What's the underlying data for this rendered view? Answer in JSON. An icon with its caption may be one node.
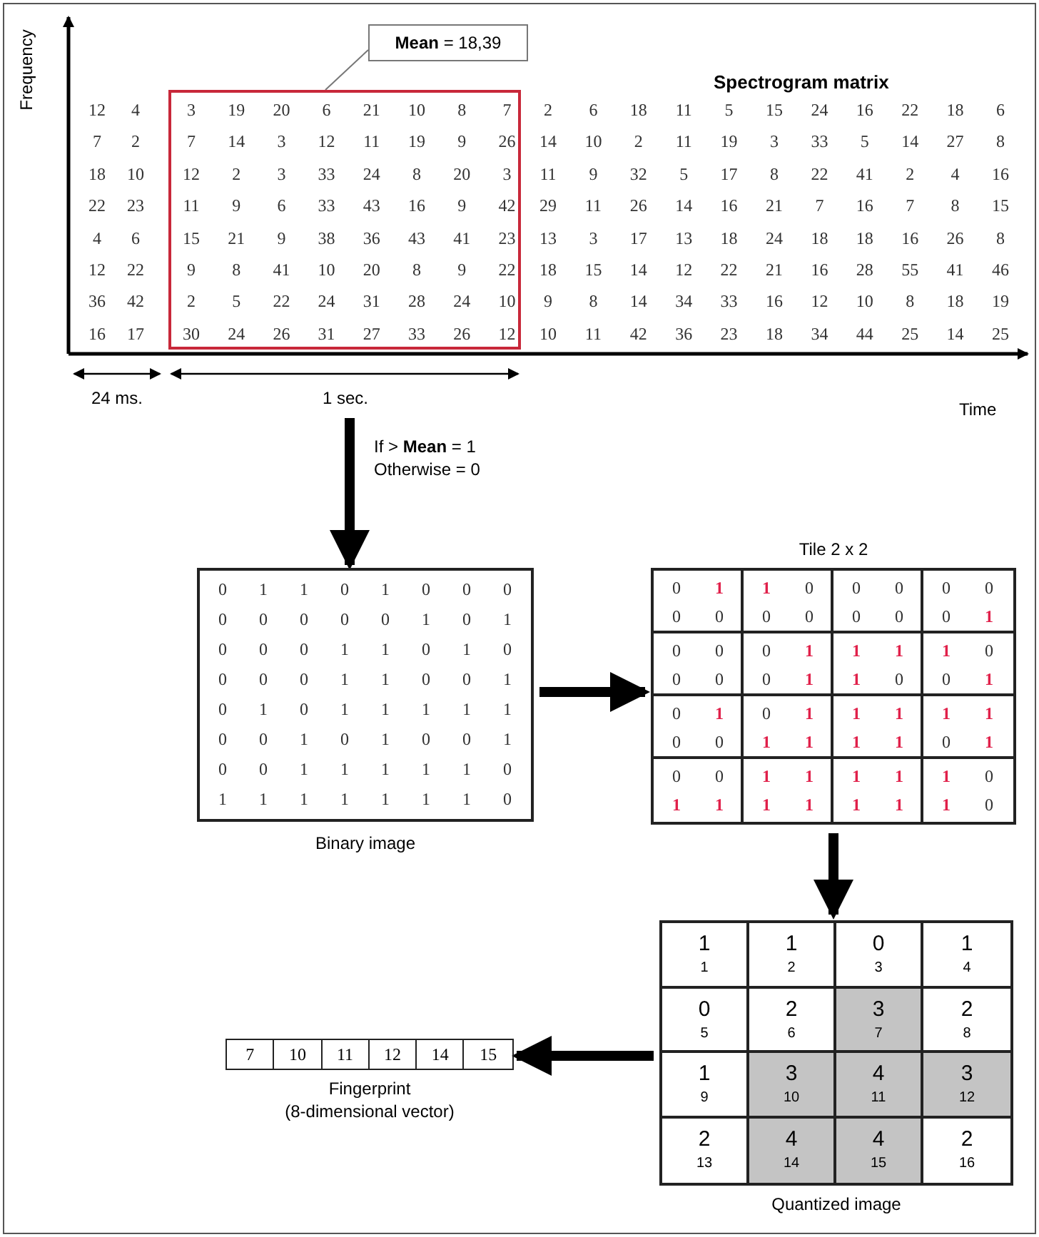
{
  "diagram": {
    "nodes": [
      {
        "text": [
          "**Mean** = 18,39"
        ]
      },
      {
        "text": [],
        "shape": "box"
      },
      {
        "text": [
          "Binary image"
        ]
      },
      {
        "text": [
          "Tile 2 x 2"
        ]
      },
      {
        "text": [
          "Quantized image"
        ]
      },
      {
        "text": [
          "Fingerprint",
          "(8-dimensional vector)"
        ]
      }
    ],
    "edges": [
      {
        "from": 0,
        "to": 1,
        "arrow": "none",
        "color": "#777777"
      },
      {
        "from": 1,
        "to": 2,
        "arrow": "to",
        "label": "If > **Mean** = 1 Otherwise = 0"
      },
      {
        "from": 2,
        "to": 3,
        "arrow": "to"
      },
      {
        "from": 3,
        "to": 4,
        "arrow": "to"
      },
      {
        "from": 4,
        "to": 5,
        "arrow": "to"
      }
    ],
    "labels": [
      "Spectrogram matrix",
      "Frequency",
      "12",
      "4",
      "3",
      "19",
      "20",
      "6",
      "21",
      "10",
      "8",
      "7",
      "2",
      "6",
      "18",
      "11",
      "5",
      "15",
      "24",
      "16",
      "22",
      "18",
      "6",
      "7",
      "2",
      "7",
      "14",
      "3",
      "12",
      "11",
      "19",
      "9",
      "26",
      "14",
      "10",
      "2",
      "11",
      "19",
      "3",
      "33",
      "5",
      "14",
      "27",
      "8",
      "18",
      "10",
      "12",
      "2",
      "3",
      "33",
      "24",
      "8",
      "20",
      "3",
      "11",
      "9",
      "32",
      "5",
      "17",
      "8",
      "22",
      "41",
      "2",
      "4",
      "16",
      "22",
      "23",
      "11",
      "9",
      "6",
      "33",
      "43",
      "16",
      "9",
      "42",
      "29",
      "11",
      "26",
      "14",
      "16",
      "21",
      "7",
      "16",
      "7",
      "8",
      "15",
      "4",
      "6",
      "15",
      "21",
      "9",
      "38",
      "36",
      "43",
      "41",
      "23",
      "13",
      "3",
      "17",
      "13",
      "18",
      "24",
      "18",
      "18",
      "16",
      "26",
      "8",
      "12",
      "22",
      "9",
      "8",
      "41",
      "10",
      "20",
      "8",
      "9",
      "22",
      "18",
      "15",
      "14",
      "12",
      "22",
      "21",
      "16",
      "28",
      "55",
      "41",
      "46",
      "36",
      "42",
      "2",
      "5",
      "22",
      "24",
      "31",
      "28",
      "24",
      "10",
      "9",
      "8",
      "14",
      "34",
      "33",
      "16",
      "12",
      "10",
      "8",
      "18",
      "19",
      "16",
      "17",
      "30",
      "24",
      "26",
      "31",
      "27",
      "33",
      "26",
      "12",
      "10",
      "11",
      "42",
      "36",
      "23",
      "18",
      "34",
      "44",
      "25",
      "14",
      "25",
      "Time",
      "24 ms.",
      "1 sec.",
      "0",
      "1",
      "1",
      "0",
      "1",
      "0",
      "0",
      "0",
      "0",
      "0",
      "0",
      "0",
      "0",
      "1",
      "0",
      "1",
      "0",
      "0",
      "0",
      "1",
      "1",
      "0",
      "1",
      "0",
      "0",
      "0",
      "0",
      "1",
      "1",
      "0",
      "0",
      "1",
      "0",
      "1",
      "0",
      "1",
      "1",
      "1",
      "1",
      "1",
      "0",
      "0",
      "1",
      "0",
      "1",
      "0",
      "0",
      "1",
      "0",
      "0",
      "1",
      "1",
      "1",
      "1",
      "1",
      "0",
      "1",
      "1",
      "1",
      "1",
      "1",
      "1",
      "1",
      "0",
      "0",
      "1",
      "1",
      "0",
      "0",
      "0",
      "0",
      "0",
      "0",
      "0",
      "0",
      "0",
      "0",
      "0",
      "0",
      "1",
      "0",
      "0",
      "0",
      "1",
      "1",
      "1",
      "1",
      "0",
      "0",
      "0",
      "0",
      "1",
      "1",
      "0",
      "0",
      "1",
      "0",
      "1",
      "0",
      "1",
      "1",
      "1",
      "1",
      "1",
      "0",
      "0",
      "1",
      "1",
      "1",
      "1",
      "0",
      "1",
      "0",
      "0",
      "1",
      "1",
      "1",
      "1",
      "1",
      "0",
      "1",
      "1",
      "1",
      "1",
      "1",
      "1",
      "1",
      "0",
      "1",
      "1",
      "1",
      "2",
      "0",
      "3",
      "1",
      "4",
      "0",
      "5",
      "2",
      "6",
      "3",
      "7",
      "2",
      "8",
      "1",
      "9",
      "3",
      "10",
      "4",
      "11",
      "3",
      "12",
      "2",
      "13",
      "4",
      "14",
      "4",
      "15",
      "2",
      "16",
      "7",
      "10",
      "11",
      "12",
      "14",
      "15"
    ]
  }
}
